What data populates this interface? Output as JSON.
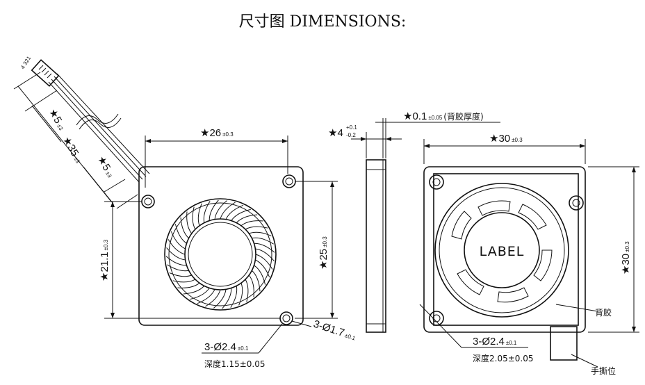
{
  "title": "尺寸图 DIMENSIONS:",
  "front_view": {
    "width": "★26",
    "width_tol": "±0.3",
    "height": "★25",
    "height_tol": "±0.3",
    "hole_offset": "★21.1",
    "hole_offset_tol": "±0.3",
    "hole_spec": "3-Ø2.4",
    "hole_spec_tol": "±0.1",
    "hole_depth": "深度1.15±0.05",
    "through_hole": "3-Ø1.7",
    "through_hole_tol": "±0.1"
  },
  "cable": {
    "connector": "4 321",
    "dim_a": "★5",
    "dim_a_tol": "±3",
    "dim_b": "★35",
    "dim_b_tol": "±3",
    "dim_c": "★5",
    "dim_c_tol": "±3"
  },
  "side_view": {
    "thickness": "★4",
    "thickness_plus": "+0.1",
    "thickness_minus": "-0.2",
    "adhesive": "★0.1",
    "adhesive_tol": "±0.05",
    "adhesive_note": "(背胶厚度)"
  },
  "back_view": {
    "width": "★30",
    "width_tol": "±0.3",
    "height": "★30",
    "height_tol": "±0.3",
    "label": "LABEL",
    "adhesive_label": "背胶",
    "tab_label": "手撕位",
    "hole_spec": "3-Ø2.4",
    "hole_spec_tol": "±0.1",
    "hole_depth": "深度2.05±0.05"
  }
}
